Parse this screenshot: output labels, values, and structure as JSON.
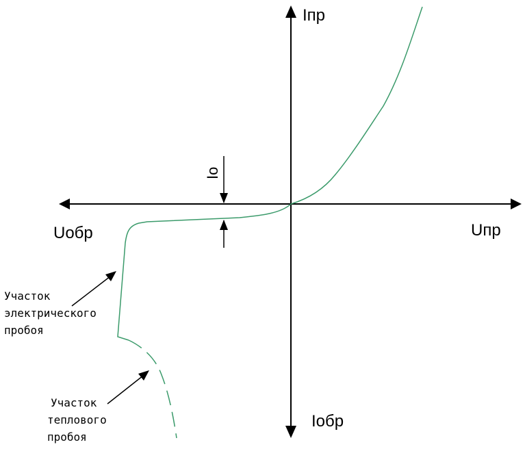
{
  "axes": {
    "y_positive": "Iпр",
    "y_negative": "Iобр",
    "x_positive": "Uпр",
    "x_negative": "Uобр"
  },
  "io_label": "Io",
  "annotations": {
    "electrical_breakdown": [
      "Участок",
      "электрического",
      "пробоя"
    ],
    "thermal_breakdown": [
      "Участок",
      "теплового",
      "пробоя"
    ]
  },
  "colors": {
    "curve": "#3a9a6a",
    "axis": "#000000"
  }
}
